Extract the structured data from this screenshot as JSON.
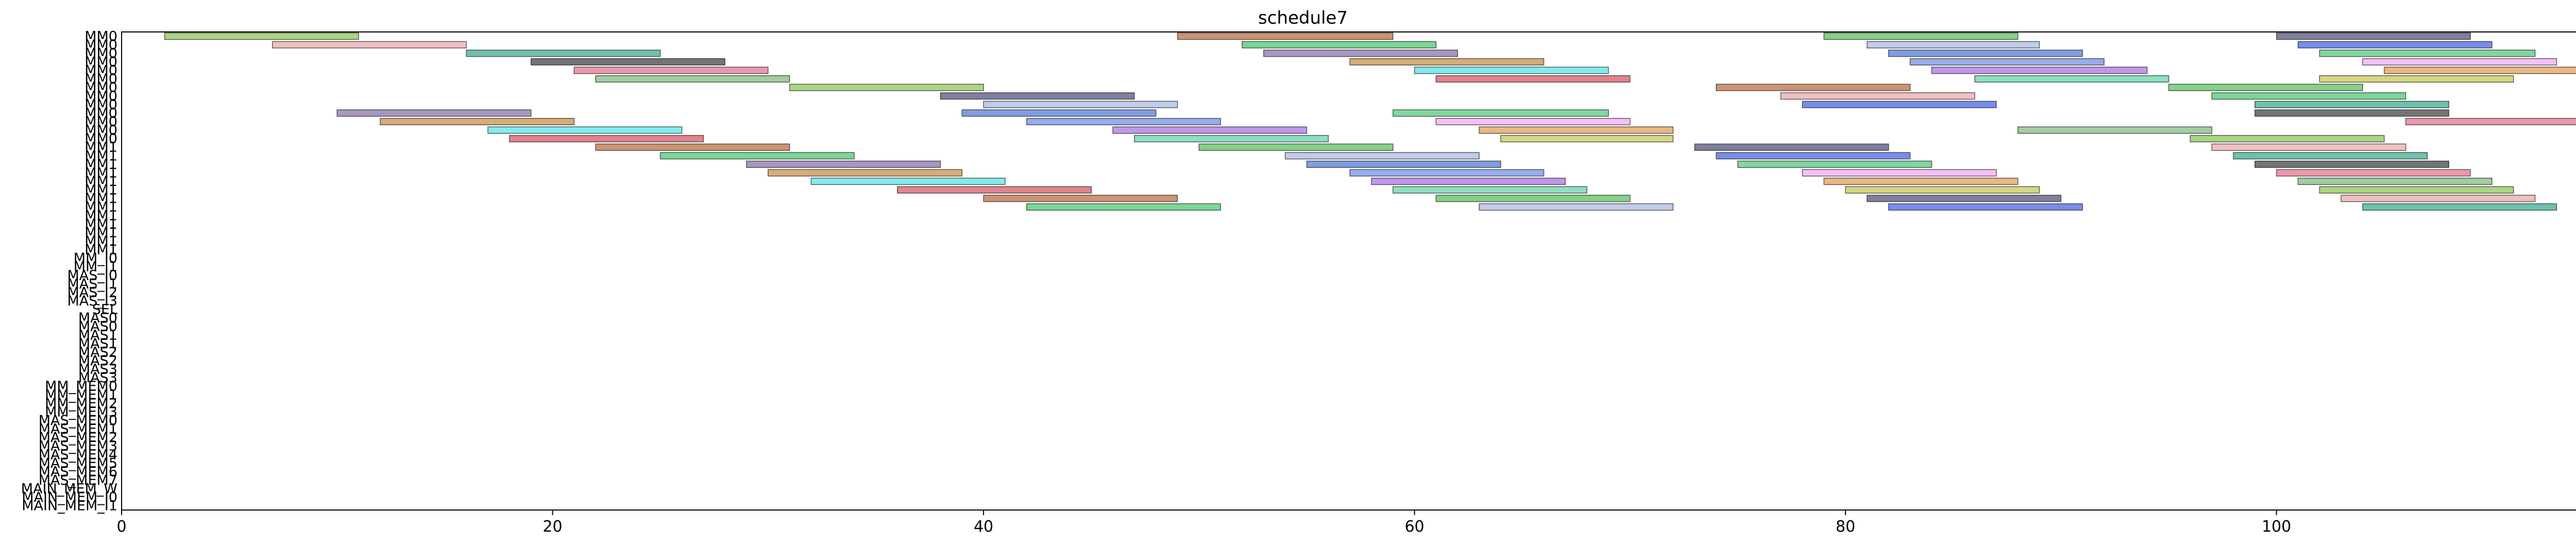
{
  "chart_data": {
    "type": "bar",
    "title": "schedule7",
    "xlabel": "",
    "ylabel": "",
    "xlim": [
      0,
      115
    ],
    "x_ticks": [
      0,
      20,
      40,
      60,
      80,
      100
    ],
    "grid": false,
    "legend": "none",
    "rows": [
      "MM0",
      "MM0",
      "MM0",
      "MM0",
      "MM0",
      "MM0",
      "MM0",
      "MM0",
      "MM0",
      "MM0",
      "MM0",
      "MM0",
      "MM0",
      "MM1",
      "MM1",
      "MM1",
      "MM1",
      "MM1",
      "MM1",
      "MM1",
      "MM1",
      "MM1",
      "MM1",
      "MM1",
      "MM1",
      "MM1",
      "MM_I0",
      "MM_I1",
      "MAS_I0",
      "MAS_I1",
      "MAS_I2",
      "MAS_I3",
      "SEL",
      "MAS0",
      "MAS0",
      "MAS1",
      "MAS1",
      "MAS2",
      "MAS2",
      "MAS3",
      "MAS3",
      "MM_MEM0",
      "MM_MEM1",
      "MM_MEM2",
      "MM_MEM3",
      "MAS_MEM0",
      "MAS_MEM1",
      "MAS_MEM2",
      "MAS_MEM3",
      "MAS_MEM4",
      "MAS_MEM5",
      "MAS_MEM6",
      "MAS_MEM7",
      "MAIN_MEM_W",
      "MAIN_MEM_I0",
      "MAIN_MEM_I1"
    ],
    "series": [
      {
        "row": 0,
        "tasks": [
          [
            2,
            9
          ],
          [
            49,
            10
          ],
          [
            79,
            9
          ],
          [
            100,
            9
          ]
        ]
      },
      {
        "row": 1,
        "tasks": [
          [
            7,
            9
          ],
          [
            52,
            9
          ],
          [
            81,
            8
          ],
          [
            101,
            9
          ]
        ]
      },
      {
        "row": 2,
        "tasks": [
          [
            16,
            9
          ],
          [
            53,
            9
          ],
          [
            82,
            9
          ],
          [
            102,
            10
          ]
        ]
      },
      {
        "row": 3,
        "tasks": [
          [
            19,
            9
          ],
          [
            57,
            9
          ],
          [
            83,
            9
          ],
          [
            104,
            9
          ]
        ]
      },
      {
        "row": 4,
        "tasks": [
          [
            21,
            9
          ],
          [
            60,
            9
          ],
          [
            84,
            10
          ],
          [
            105,
            10
          ]
        ]
      },
      {
        "row": 5,
        "tasks": [
          [
            22,
            9
          ],
          [
            61,
            9
          ],
          [
            86,
            9
          ],
          [
            102,
            9
          ]
        ]
      },
      {
        "row": 6,
        "tasks": [
          [
            31,
            9
          ],
          [
            74,
            9
          ],
          [
            95,
            9
          ]
        ]
      },
      {
        "row": 7,
        "tasks": [
          [
            38,
            9
          ],
          [
            77,
            9
          ],
          [
            97,
            9
          ]
        ]
      },
      {
        "row": 8,
        "tasks": [
          [
            40,
            9
          ],
          [
            78,
            9
          ],
          [
            99,
            9
          ]
        ]
      },
      {
        "row": 9,
        "tasks": [
          [
            10,
            9
          ],
          [
            39,
            9
          ],
          [
            59,
            10
          ],
          [
            99,
            9
          ]
        ]
      },
      {
        "row": 10,
        "tasks": [
          [
            12,
            9
          ],
          [
            42,
            9
          ],
          [
            61,
            9
          ],
          [
            106,
            9
          ]
        ]
      },
      {
        "row": 11,
        "tasks": [
          [
            17,
            9
          ],
          [
            46,
            9
          ],
          [
            63,
            9
          ],
          [
            88,
            9
          ]
        ]
      },
      {
        "row": 12,
        "tasks": [
          [
            18,
            9
          ],
          [
            47,
            9
          ],
          [
            64,
            8
          ],
          [
            96,
            9
          ]
        ]
      },
      {
        "row": 13,
        "tasks": [
          [
            22,
            9
          ],
          [
            50,
            9
          ],
          [
            73,
            9
          ],
          [
            97,
            9
          ]
        ]
      },
      {
        "row": 14,
        "tasks": [
          [
            25,
            9
          ],
          [
            54,
            9
          ],
          [
            74,
            9
          ],
          [
            98,
            9
          ]
        ]
      },
      {
        "row": 15,
        "tasks": [
          [
            29,
            9
          ],
          [
            55,
            9
          ],
          [
            75,
            9
          ],
          [
            99,
            9
          ]
        ]
      },
      {
        "row": 16,
        "tasks": [
          [
            30,
            9
          ],
          [
            57,
            9
          ],
          [
            78,
            9
          ],
          [
            100,
            9
          ]
        ]
      },
      {
        "row": 17,
        "tasks": [
          [
            32,
            9
          ],
          [
            58,
            9
          ],
          [
            79,
            9
          ],
          [
            101,
            9
          ]
        ]
      },
      {
        "row": 18,
        "tasks": [
          [
            36,
            9
          ],
          [
            59,
            9
          ],
          [
            80,
            9
          ],
          [
            102,
            9
          ]
        ]
      },
      {
        "row": 19,
        "tasks": [
          [
            40,
            9
          ],
          [
            61,
            9
          ],
          [
            81,
            9
          ],
          [
            103,
            9
          ]
        ]
      },
      {
        "row": 20,
        "tasks": [
          [
            42,
            9
          ],
          [
            63,
            9
          ],
          [
            82,
            9
          ],
          [
            104,
            9
          ]
        ]
      }
    ]
  }
}
